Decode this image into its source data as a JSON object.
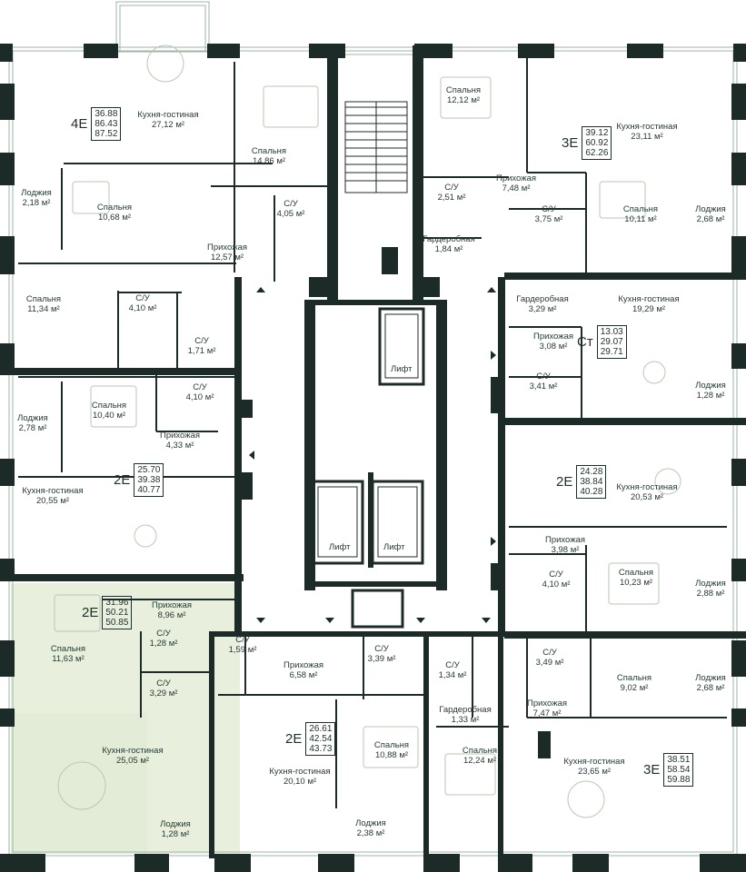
{
  "colors": {
    "wall": "#1c2b27",
    "line": "#9fb6a6",
    "highlight": "#e8f0dd",
    "text": "#263a33",
    "furniture": "#b9c9b4"
  },
  "apartments": [
    {
      "id": "4e",
      "code": "4Е",
      "areas": [
        "36.88",
        "86.43",
        "87.52"
      ]
    },
    {
      "id": "3e-top",
      "code": "3Е",
      "areas": [
        "39.12",
        "60.92",
        "62.26"
      ]
    },
    {
      "id": "st",
      "code": "Ст",
      "areas": [
        "13.03",
        "29.07",
        "29.71"
      ]
    },
    {
      "id": "2e-left",
      "code": "2Е",
      "areas": [
        "25.70",
        "39.38",
        "40.77"
      ]
    },
    {
      "id": "2e-right",
      "code": "2Е",
      "areas": [
        "24.28",
        "38.84",
        "40.28"
      ]
    },
    {
      "id": "2e-hl",
      "code": "2Е",
      "areas": [
        "31.96",
        "50.21",
        "50.85"
      ]
    },
    {
      "id": "2e-bottom",
      "code": "2Е",
      "areas": [
        "26.61",
        "42.54",
        "43.73"
      ]
    },
    {
      "id": "3e-bottom",
      "code": "3Е",
      "areas": [
        "38.51",
        "58.54",
        "59.88"
      ]
    }
  ],
  "rooms": [
    {
      "name": "Кухня-гостиная",
      "area": "27,12 м²"
    },
    {
      "name": "Спальня",
      "area": "14,86 м²"
    },
    {
      "name": "Лоджия",
      "area": "2,18 м²"
    },
    {
      "name": "Спальня",
      "area": "10,68 м²"
    },
    {
      "name": "С/У",
      "area": "4,05 м²"
    },
    {
      "name": "Прихожая",
      "area": "12,57 м²"
    },
    {
      "name": "Спальня",
      "area": "11,34 м²"
    },
    {
      "name": "С/У",
      "area": "4,10 м²"
    },
    {
      "name": "С/У",
      "area": "1,71 м²"
    },
    {
      "name": "Спальня",
      "area": "12,12 м²"
    },
    {
      "name": "Кухня-гостиная",
      "area": "23,11 м²"
    },
    {
      "name": "С/У",
      "area": "2,51 м²"
    },
    {
      "name": "Прихожая",
      "area": "7,48 м²"
    },
    {
      "name": "С/У",
      "area": "3,75 м²"
    },
    {
      "name": "Спальня",
      "area": "10,11 м²"
    },
    {
      "name": "Лоджия",
      "area": "2,68 м²"
    },
    {
      "name": "Гардеробная",
      "area": "1,84 м²"
    },
    {
      "name": "Гардеробная",
      "area": "3,29 м²"
    },
    {
      "name": "Кухня-гостиная",
      "area": "19,29 м²"
    },
    {
      "name": "Прихожая",
      "area": "3,08 м²"
    },
    {
      "name": "С/У",
      "area": "3,41 м²"
    },
    {
      "name": "Лоджия",
      "area": "1,28 м²"
    },
    {
      "name": "Лоджия",
      "area": "2,78 м²"
    },
    {
      "name": "Спальня",
      "area": "10,40 м²"
    },
    {
      "name": "С/У",
      "area": "4,10 м²"
    },
    {
      "name": "Прихожая",
      "area": "4,33 м²"
    },
    {
      "name": "Кухня-гостиная",
      "area": "20,55 м²"
    },
    {
      "name": "Кухня-гостиная",
      "area": "20,53 м²"
    },
    {
      "name": "Прихожая",
      "area": "3,98 м²"
    },
    {
      "name": "Спальня",
      "area": "10,23 м²"
    },
    {
      "name": "С/У",
      "area": "4,10 м²"
    },
    {
      "name": "Лоджия",
      "area": "2,88 м²"
    },
    {
      "name": "Прихожая",
      "area": "8,96 м²"
    },
    {
      "name": "Спальня",
      "area": "11,63 м²"
    },
    {
      "name": "С/У",
      "area": "1,28 м²"
    },
    {
      "name": "С/У",
      "area": "3,29 м²"
    },
    {
      "name": "Кухня-гостиная",
      "area": "25,05 м²"
    },
    {
      "name": "Лоджия",
      "area": "1,28 м²"
    },
    {
      "name": "С/У",
      "area": "1,59 м²"
    },
    {
      "name": "Прихожая",
      "area": "6,58 м²"
    },
    {
      "name": "С/У",
      "area": "3,39 м²"
    },
    {
      "name": "Кухня-гостиная",
      "area": "20,10 м²"
    },
    {
      "name": "Спальня",
      "area": "10,88 м²"
    },
    {
      "name": "Лоджия",
      "area": "2,38 м²"
    },
    {
      "name": "С/У",
      "area": "1,34 м²"
    },
    {
      "name": "Гардеробная",
      "area": "1,33 м²"
    },
    {
      "name": "Спальня",
      "area": "12,24 м²"
    },
    {
      "name": "С/У",
      "area": "3,49 м²"
    },
    {
      "name": "Прихожая",
      "area": "7,47 м²"
    },
    {
      "name": "Спальня",
      "area": "9,02 м²"
    },
    {
      "name": "Лоджия",
      "area": "2,68 м²"
    },
    {
      "name": "Кухня-гостиная",
      "area": "23,65 м²"
    }
  ],
  "lifts": [
    "Лифт",
    "Лифт",
    "Лифт"
  ]
}
